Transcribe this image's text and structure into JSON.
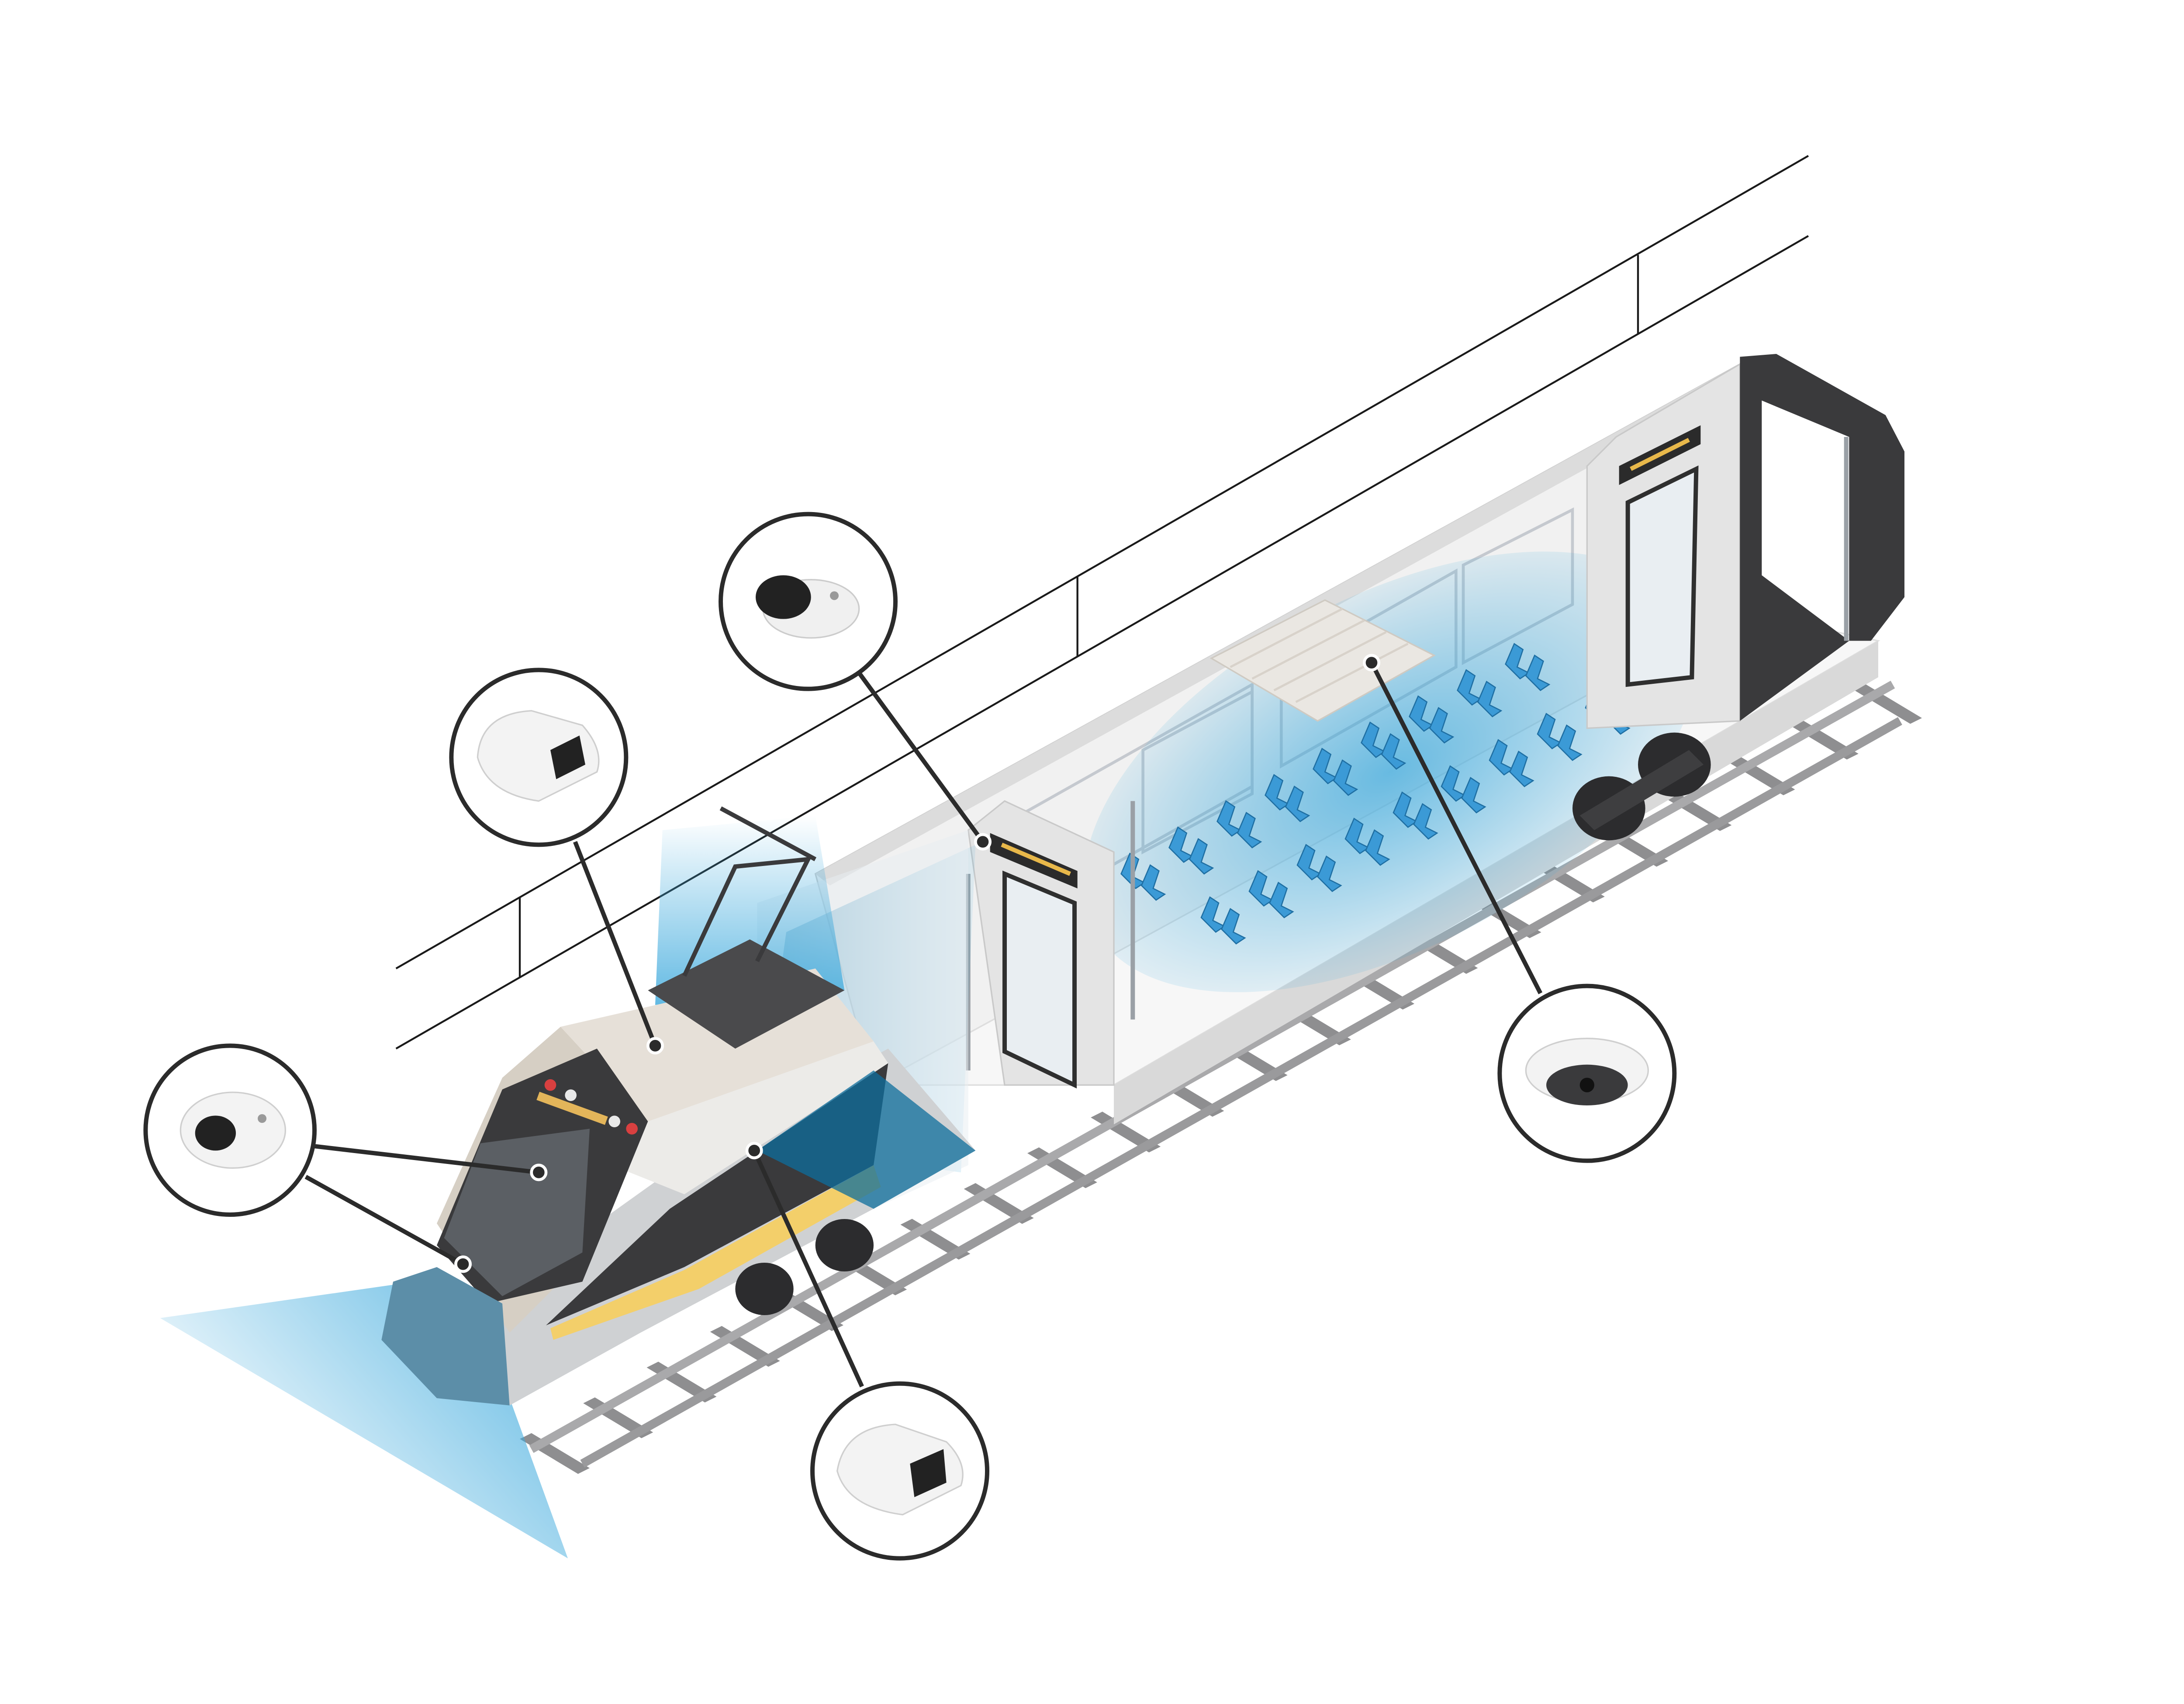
{
  "colors": {
    "background": "#ffffff",
    "coverage_blue": "#3aa8dc",
    "seat_blue": "#3b9ad6",
    "body_white": "#ececec",
    "cab_beige": "#e6e0d8",
    "dark": "#3a3a3c",
    "stripe_yellow": "#f3cf6a",
    "rail_grey": "#8e8e90",
    "callout_line": "#2b2b2b"
  },
  "callouts": [
    {
      "id": "interior-doorway-camera",
      "icon": "fixed-dome-camera-icon"
    },
    {
      "id": "roof-pantograph-camera",
      "icon": "onboard-bullet-camera-icon"
    },
    {
      "id": "cab-front-camera",
      "icon": "mini-dome-camera-icon"
    },
    {
      "id": "side-exterior-camera",
      "icon": "onboard-bullet-camera-icon"
    },
    {
      "id": "ceiling-panoramic-camera",
      "icon": "panoramic-dome-camera-icon"
    }
  ],
  "seating": {
    "rows": 9,
    "seats_per_group": 2
  }
}
